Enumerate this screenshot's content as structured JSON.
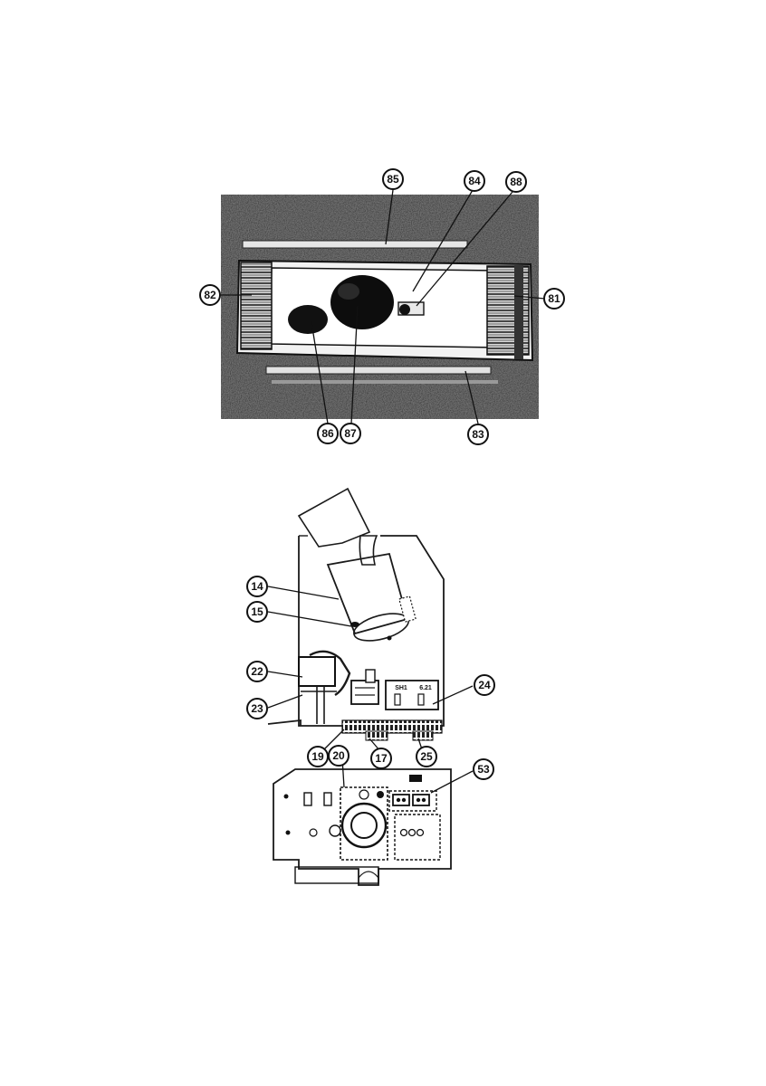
{
  "figures": {
    "top_photo": {
      "callouts": [
        "85",
        "84",
        "88",
        "82",
        "81",
        "86",
        "87",
        "83"
      ]
    },
    "bottom_drawing": {
      "callouts": [
        "14",
        "15",
        "22",
        "23",
        "24",
        "19",
        "20",
        "17",
        "25",
        "53"
      ],
      "panel_labels": [
        "SH1",
        "6.21"
      ]
    }
  },
  "colors": {
    "ink": "#111111",
    "paper": "#ffffff",
    "photo_bg": "#6f6f6f"
  }
}
